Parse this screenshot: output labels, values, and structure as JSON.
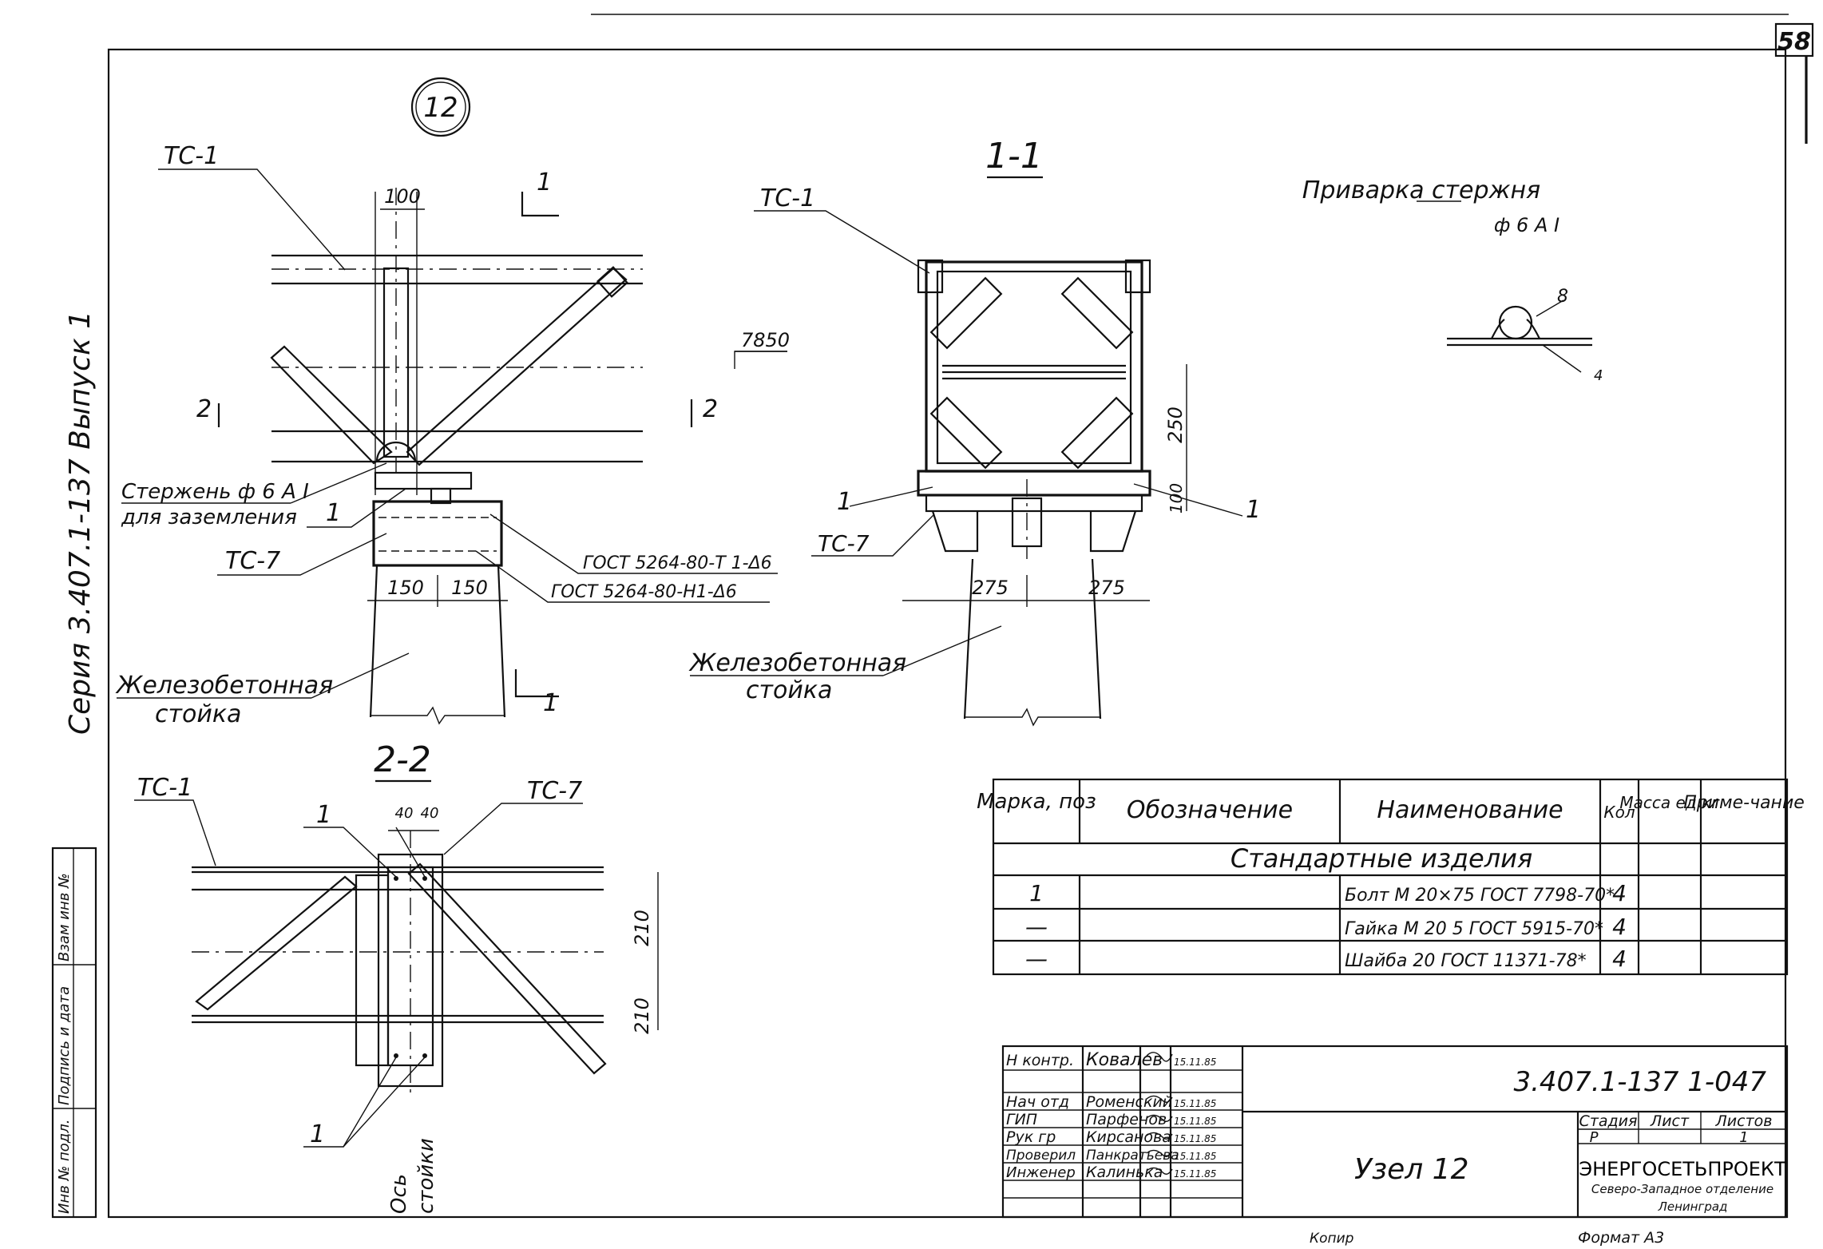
{
  "sheet": {
    "page_number": "58",
    "side_label": "Серия  3.407.1-137 Выпуск 1",
    "side_stamp": [
      "Инв № подл.",
      "Подпись и дата",
      "Взам инв №"
    ]
  },
  "node_badge": "12",
  "elevation": {
    "tc1": "ТС-1",
    "dim_100": "100",
    "section_1": "1",
    "section_2": "2",
    "level_mark": "7850",
    "rod_label_1": "Стержень ф 6 А I",
    "rod_label_2": "для заземления",
    "pos_1": "1",
    "tc7": "ТС-7",
    "gost_1": "ГОСТ 5264-80-Т 1-Δ6",
    "gost_2": "ГОСТ 5264-80-Н1-Δ6",
    "dim_150_a": "150",
    "dim_150_b": "150",
    "post_label_1": "Железобетонная",
    "post_label_2": "стойка"
  },
  "section_11": {
    "title": "1-1",
    "tc1": "ТС-1",
    "dim_250": "250",
    "dim_100": "100",
    "pos_left": "1",
    "pos_right": "1",
    "tc7": "ТС-7",
    "dim_275_a": "275",
    "dim_275_b": "275",
    "post_label_1": "Железобетонная",
    "post_label_2": "стойка"
  },
  "weld_detail": {
    "title": "Приварка стержня",
    "subtitle": "ф 6 А I",
    "dim_8": "8",
    "dim_4": "4"
  },
  "section_22": {
    "title": "2-2",
    "tc1": "ТС-1",
    "tc7": "ТС-7",
    "pos_top": "1",
    "pos_bottom": "1",
    "dim_40_a": "40",
    "dim_40_b": "40",
    "dim_210_a": "210",
    "dim_210_b": "210",
    "axis_1": "Ось",
    "axis_2": "стойки"
  },
  "spec_table": {
    "headers": [
      "Марка, поз",
      "Обозначение",
      "Наименование",
      "Кол",
      "Масса ед кг",
      "Приме-чание"
    ],
    "section_title": "Стандартные изделия",
    "rows": [
      {
        "mark": "1",
        "designation": "",
        "name": "Болт М 20×75 ГОСТ 7798-70*",
        "qty": "4",
        "mass": "",
        "note": ""
      },
      {
        "mark": "—",
        "designation": "",
        "name": "Гайка М 20 5 ГОСТ 5915-70*",
        "qty": "4",
        "mass": "",
        "note": ""
      },
      {
        "mark": "—",
        "designation": "",
        "name": "Шайба 20 ГОСТ 11371-78*",
        "qty": "4",
        "mass": "",
        "note": ""
      }
    ]
  },
  "title_block": {
    "doc_code": "3.407.1-137 1-047",
    "title": "Узел 12",
    "stage_label": "Стадия",
    "sheet_label": "Лист",
    "sheets_label": "Листов",
    "stage": "Р",
    "sheet": "",
    "sheets": "1",
    "org_1": "ЭНЕРГОСЕТЬПРОЕКТ",
    "org_2": "Северо-Западное отделение",
    "org_3": "Ленинград",
    "people": [
      {
        "role": "Н контр.",
        "name": "Ковалев",
        "date": "15.11.85"
      },
      {
        "role": "",
        "name": "",
        "date": ""
      },
      {
        "role": "Нач отд",
        "name": "Роменский",
        "date": "15.11.85"
      },
      {
        "role": "ГИП",
        "name": "Парфенов",
        "date": "15.11.85"
      },
      {
        "role": "Рук гр",
        "name": "Кирсанова",
        "date": "15.11.85"
      },
      {
        "role": "Проверил",
        "name": "Панкратьева",
        "date": "15.11.85"
      },
      {
        "role": "Инженер",
        "name": "Калинька",
        "date": "15.11.85"
      }
    ],
    "copied": "Копир",
    "format": "Формат А3"
  }
}
